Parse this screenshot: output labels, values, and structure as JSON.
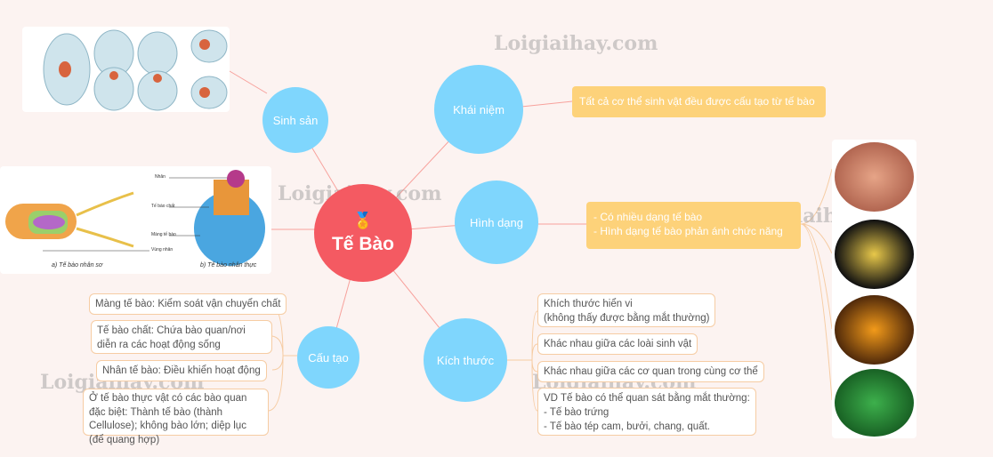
{
  "center": {
    "title": "Tế Bào",
    "icon": "award-icon"
  },
  "branches": {
    "sinh_san": "Sinh sản",
    "khai_niem": "Khái niệm",
    "hinh_dang": "Hình dạng",
    "kich_thuoc": "Kích thước",
    "cau_tao": "Cấu tạo"
  },
  "khai_niem_box": "Tất cả cơ thể sinh vật đều được cấu tạo từ tế bào",
  "hinh_dang_box": [
    "- Có nhiều dạng tế bào",
    "- Hình dạng tế bào phản ánh chức năng"
  ],
  "cau_tao_items": [
    "Màng tế bào: Kiểm soát vận chuyển chất",
    "Tế bào chất: Chứa bào quan/nơi diễn ra các hoạt động sống",
    "Nhân tế bào: Điều khiển hoạt động",
    "Ở tế bào thực vật có các bào quan đặc biệt: Thành tế bào (thành Cellulose); không bào lớn; diệp lục (để quang hợp)"
  ],
  "kich_thuoc_items": [
    "Khích thước hiển vi\n(không thấy được bằng mắt thường)",
    "Khác nhau giữa các loài sinh vật",
    "Khác nhau giữa các cơ quan trong cùng cơ thể",
    "VD Tế bào có thể quan sát bằng mắt thường:\n- Tế bào trứng\n- Tế bào tép cam, bưởi, chang, quất."
  ],
  "cell_diagram": {
    "labels": [
      "Nhân",
      "Tế bào chất",
      "Màng tế bào",
      "Vùng nhân"
    ],
    "caption_a": "a) Tế bào nhân sơ",
    "caption_b": "b) Tế bào nhân thực"
  },
  "watermark": "Loigiaihay.com",
  "colors": {
    "center": "#f45a62",
    "branch": "#7fd6fd",
    "highlight": "#fdd27a",
    "border": "#f6cca3",
    "background": "#fcf3f1"
  }
}
